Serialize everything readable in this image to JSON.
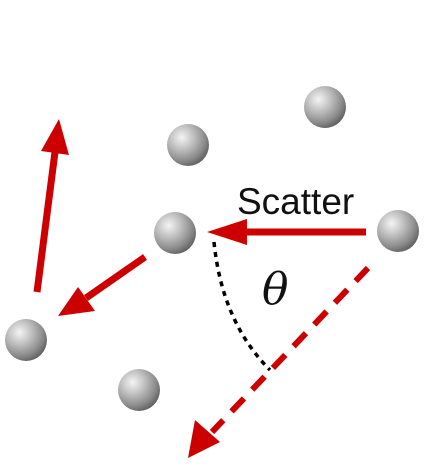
{
  "labels": {
    "scatter": "Scatter",
    "angle": "θ"
  },
  "colors": {
    "arrow": "#cc0000",
    "angle_arc": "#000000",
    "particle_light": "#f2f2f2",
    "particle_mid": "#a9a9a9",
    "particle_dark": "#5c5c5c"
  },
  "icons": {
    "particle": "gray-sphere",
    "arrow": "red-arrow"
  }
}
